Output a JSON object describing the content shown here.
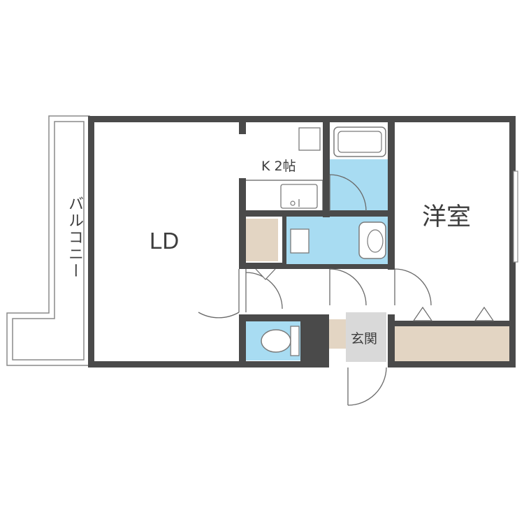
{
  "rooms": {
    "ld": "LD",
    "youshitsu": "洋室",
    "kitchen": "K 2帖",
    "genkan": "玄関",
    "balcony": "バルコニー"
  },
  "colors": {
    "wall": "#4a4a4a",
    "water_area": "#a8dcf2",
    "storage": "#e3d5c3",
    "entrance_floor": "#d9d9d9",
    "background": "#ffffff"
  }
}
